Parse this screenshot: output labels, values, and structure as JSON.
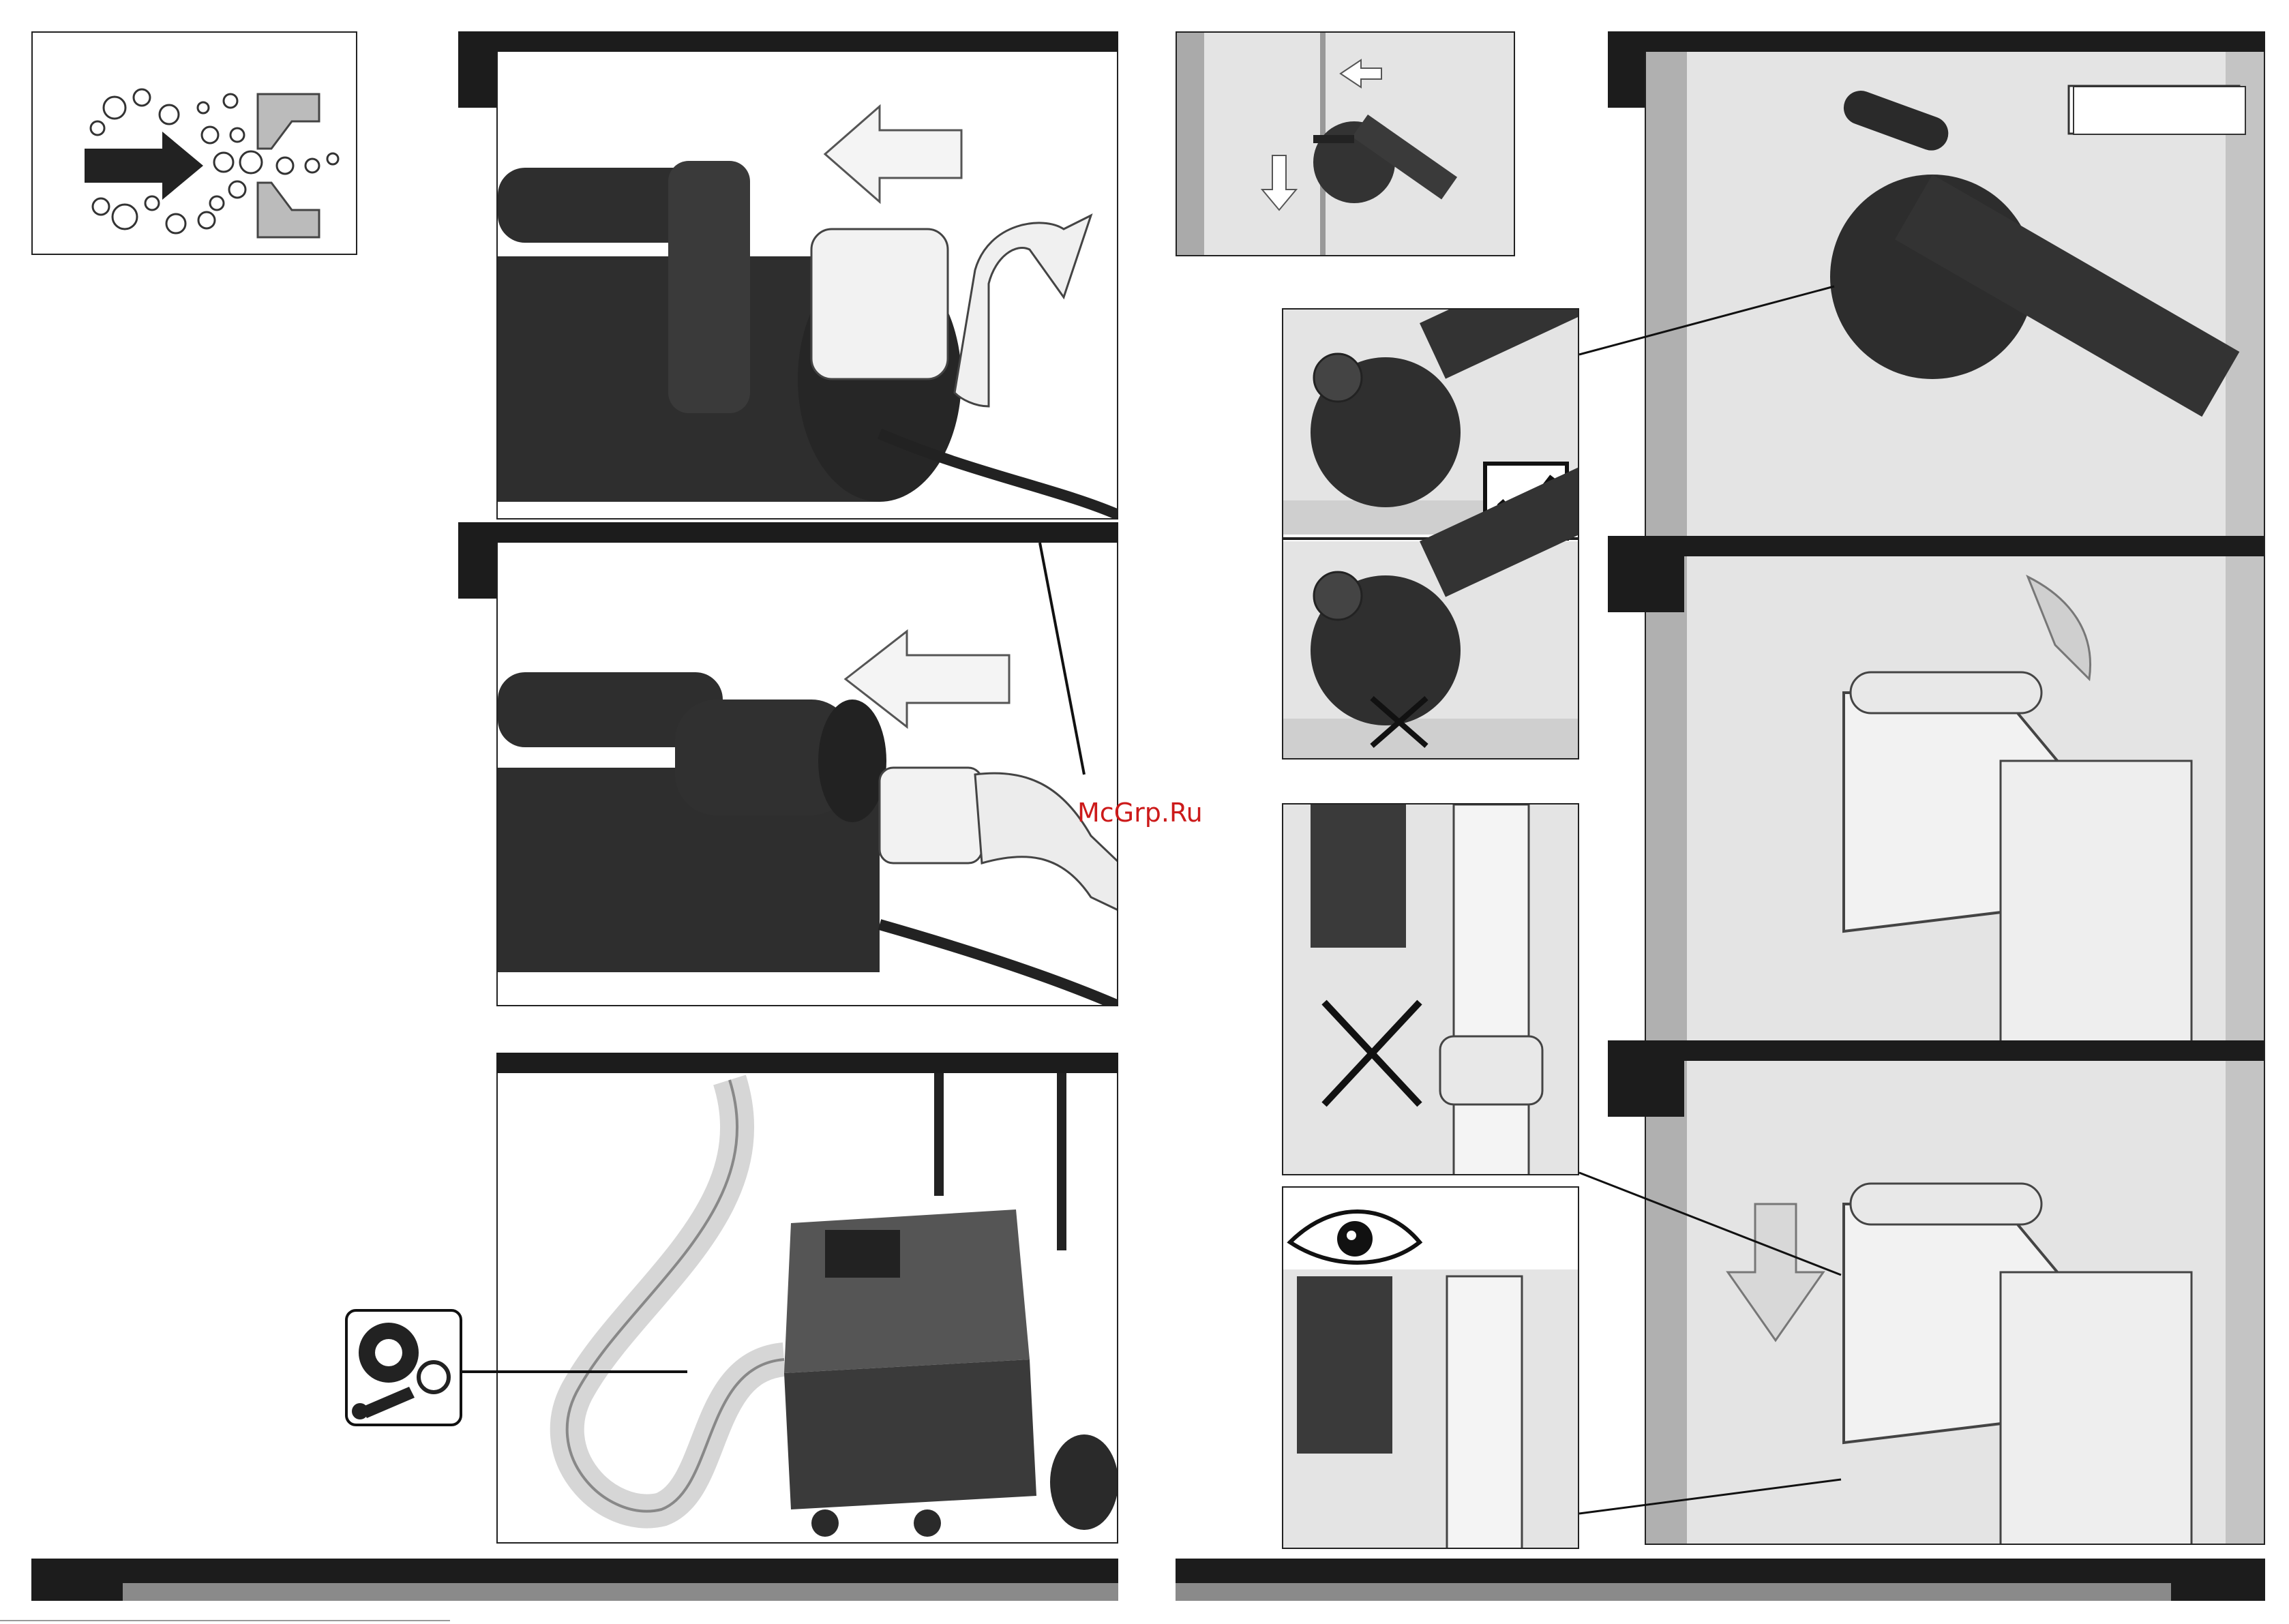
{
  "watermark": {
    "text": "McGrp.Ru",
    "color": "#cc1a1a"
  },
  "icons": [
    "dust-flow-icon",
    "dust-extraction-adapter-illustration",
    "vacuum-hose-connection-illustration",
    "vacuum-cleaner-illustration",
    "accessory-kit-icon",
    "wall-chaser-overview-illustration",
    "cutting-depth-correct-illustration",
    "cutting-depth-incorrect-illustration",
    "checkmark-icon",
    "cross-icon",
    "eye-icon",
    "pipe-detail-illustration",
    "wall-chaser-cutting-illustration",
    "wall-chaser-plunge-illustration",
    "wall-chaser-downward-illustration"
  ],
  "colors": {
    "dark_tab": "#1c1c1c",
    "strip_gray": "#8a8a8a",
    "concrete": "#e4e4e4"
  }
}
